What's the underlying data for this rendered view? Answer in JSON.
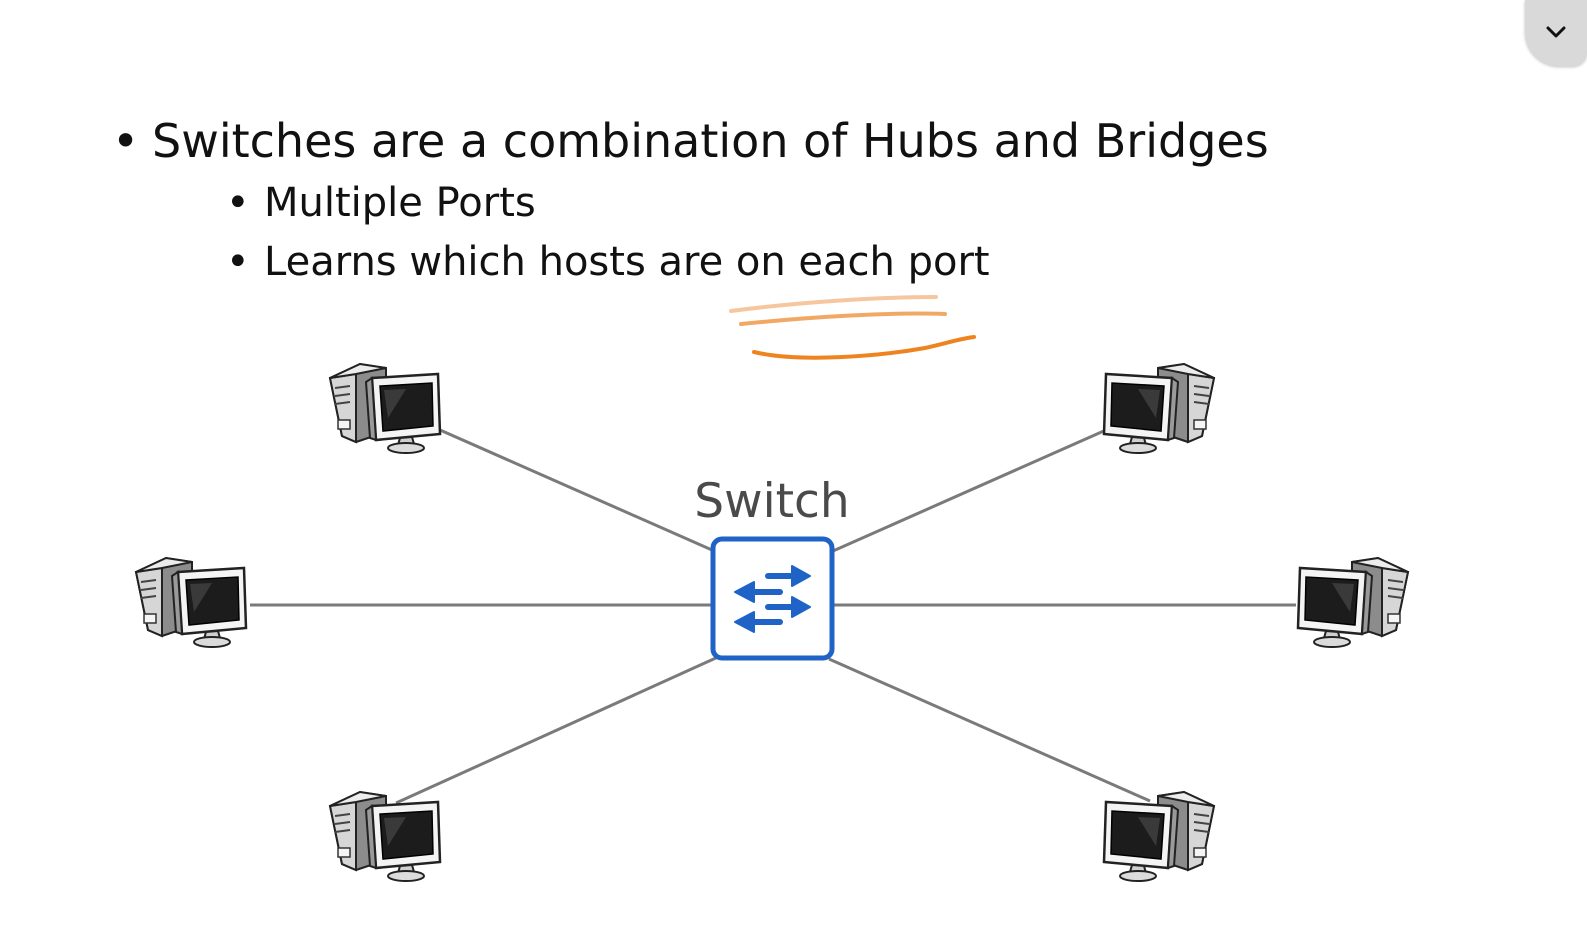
{
  "slide": {
    "bullet_main": "Switches are a combination of Hubs and Bridges",
    "sub_bullets": [
      "Multiple Ports",
      "Learns which hosts are on each port"
    ]
  },
  "diagram": {
    "switch_label": "Switch",
    "switch_icon": "switch-arrows-icon",
    "host_icon": "desktop-computer-icon",
    "host_count": 6,
    "switch_color": "#1f63c6",
    "link_color": "#7a7a7a",
    "annotation_color": "#f08a24"
  },
  "ui": {
    "collapse_icon": "chevron-down-icon"
  }
}
